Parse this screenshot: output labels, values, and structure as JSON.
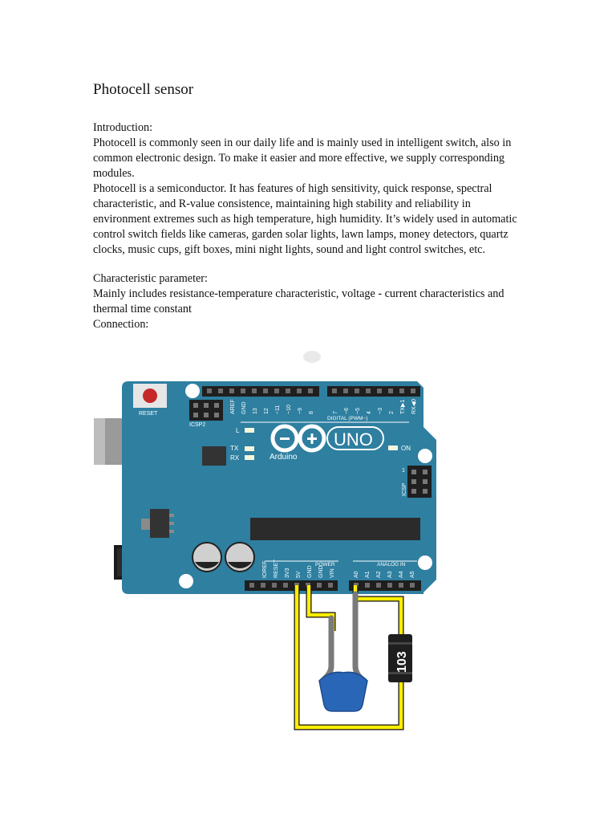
{
  "doc": {
    "title": "Photocell sensor",
    "intro_heading": "Introduction:",
    "intro_p1": "Photocell is commonly seen in our daily life and is mainly used in intelligent switch, also in common electronic design. To make it easier and more effective, we supply corresponding modules.",
    "intro_p2": "Photocell is a semiconductor. It has features of high sensitivity, quick response, spectral characteristic, and R-value consistence, maintaining high stability and reliability in environment extremes such as high temperature, high humidity. It’s widely used in automatic control switch fields like cameras, garden solar lights, lawn lamps, money detectors, quartz clocks, music cups, gift boxes, mini night lights, sound and light control switches, etc.",
    "char_heading": "Characteristic parameter:",
    "char_text": "Mainly includes resistance-temperature characteristic, voltage - current characteristics and thermal time constant",
    "connection_heading": "Connection:"
  },
  "board": {
    "reset": "RESET",
    "icsp2": "ICSP2",
    "icsp": "ICSP",
    "l": "L",
    "tx": "TX",
    "rx": "RX",
    "on": "ON",
    "uno": "UNO",
    "arduino": "Arduino",
    "digital": "DIGITAL (PWM~)",
    "power": "POWER",
    "analog": "ANALOG IN",
    "icsp_pin1": "1",
    "top_pins_left": [
      "AREF",
      "GND",
      "13",
      "12",
      "~11",
      "~10",
      "~9",
      "8"
    ],
    "top_pins_right": [
      "7",
      "~6",
      "~5",
      "4",
      "~3",
      "2",
      "TX▶1",
      "RX◀0"
    ],
    "power_pins": [
      "IOREF",
      "RESET",
      "3V3",
      "5V",
      "GND",
      "GND",
      "VIN"
    ],
    "analog_pins": [
      "A0",
      "A1",
      "A2",
      "A3",
      "A4",
      "A5"
    ],
    "resistor_label": "103"
  },
  "colors": {
    "board": "#2e7fa0",
    "board_text": "#ffffff",
    "wire_yellow": "#ffee00",
    "sensor_blue": "#2a66b8",
    "resistor": "#1e1e1e",
    "reset_button": "#c62828"
  }
}
